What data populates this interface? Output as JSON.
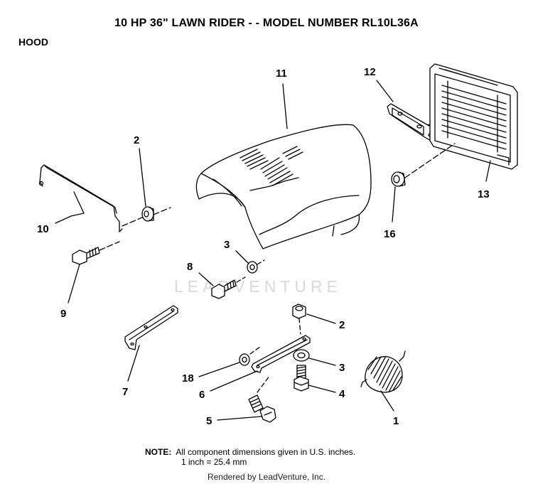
{
  "header": {
    "title": "10 HP 36\" LAWN RIDER - - MODEL NUMBER RL10L36A",
    "section": "HOOD"
  },
  "callouts": {
    "c1": "1",
    "c2a": "2",
    "c2b": "2",
    "c3a": "3",
    "c3b": "3",
    "c4": "4",
    "c5": "5",
    "c6": "6",
    "c7": "7",
    "c8": "8",
    "c9": "9",
    "c10": "10",
    "c11": "11",
    "c12": "12",
    "c13": "13",
    "c16": "16",
    "c18": "18"
  },
  "watermark": "LEADVENTURE",
  "note": {
    "label": "NOTE:",
    "line1": "All component dimensions given in U.S. inches.",
    "line2": "1 inch = 25.4 mm"
  },
  "footer": "Rendered by LeadVenture, Inc."
}
